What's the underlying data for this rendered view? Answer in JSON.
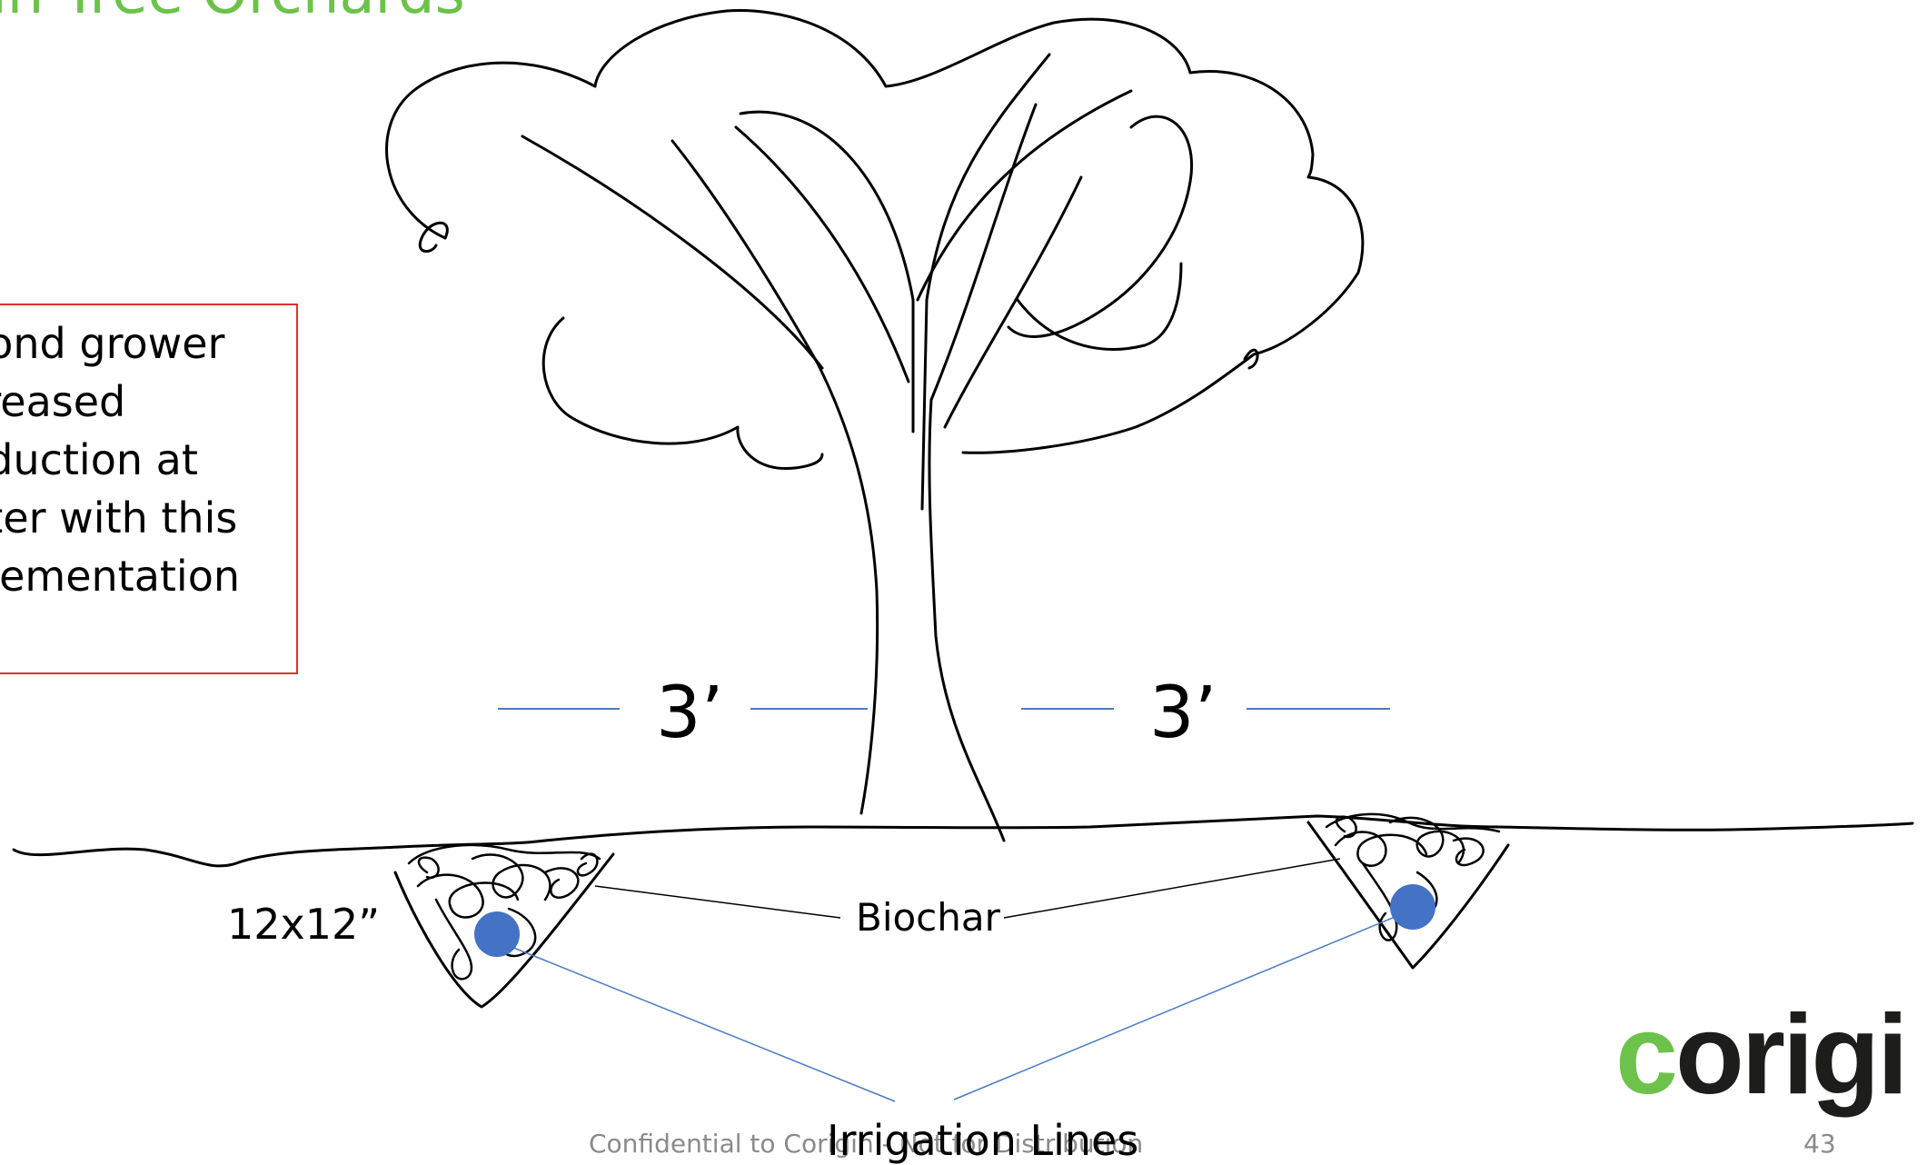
{
  "slide": {
    "title": "in Tree Orchards",
    "callout_lines": [
      "nond grower",
      "creased",
      "oduction at",
      "ater with this",
      "plementation"
    ],
    "dimension_left": "3’",
    "dimension_right": "3’",
    "trench_size_label": "12x12”",
    "biochar_label": "Biochar",
    "irrigation_label": "Irrigation Lines",
    "footer_text": "Confidential to Corigin - Not for Distribution",
    "page_number": "43",
    "logo_prefix": "c",
    "logo_rest": "origi"
  },
  "colors": {
    "title_green": "#6cc24a",
    "callout_border": "#e03030",
    "dimension_line": "#4a7cc4",
    "irrigation_dot": "#4472c4",
    "leader_line": "#000000"
  }
}
